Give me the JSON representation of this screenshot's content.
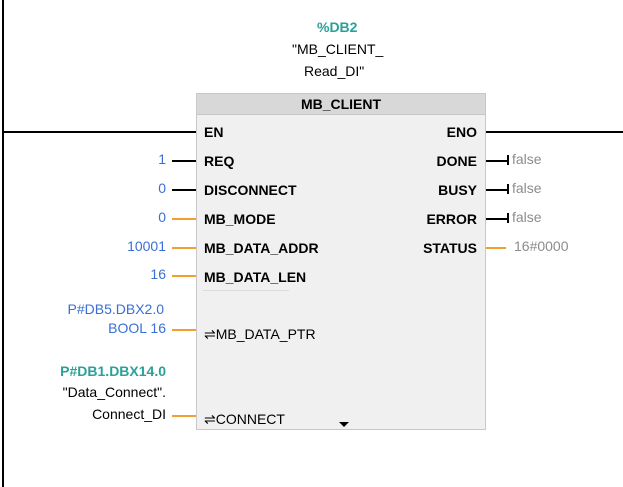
{
  "instance": {
    "db": "%DB2",
    "name_line1": "\"MB_CLIENT_",
    "name_line2": "Read_DI\""
  },
  "block": {
    "title": "MB_CLIENT",
    "inputs": [
      {
        "pin": "EN",
        "value": ""
      },
      {
        "pin": "REQ",
        "value": "1"
      },
      {
        "pin": "DISCONNECT",
        "value": "0"
      },
      {
        "pin": "MB_MODE",
        "value": "0"
      },
      {
        "pin": "MB_DATA_ADDR",
        "value": "10001"
      },
      {
        "pin": "MB_DATA_LEN",
        "value": "16"
      },
      {
        "pin": "⇌MB_DATA_PTR",
        "value_line1": "P#DB5.DBX2.0",
        "value_line2": "BOOL 16"
      },
      {
        "pin": "⇌CONNECT",
        "value_line1": "P#DB1.DBX14.0",
        "value_line2": "\"Data_Connect\".",
        "value_line3": "Connect_DI"
      }
    ],
    "outputs": [
      {
        "pin": "ENO",
        "value": ""
      },
      {
        "pin": "DONE",
        "value": "false"
      },
      {
        "pin": "BUSY",
        "value": "false"
      },
      {
        "pin": "ERROR",
        "value": "false"
      },
      {
        "pin": "STATUS",
        "value": "16#0000"
      }
    ]
  },
  "colors": {
    "const_blue": "#3a6fd6",
    "db_teal": "#2aa198",
    "monitor_gray": "#8c8c8c",
    "wire_orange": "#f0a030",
    "block_bg": "#f0f0f0",
    "header_bg": "#d8d8d8"
  }
}
